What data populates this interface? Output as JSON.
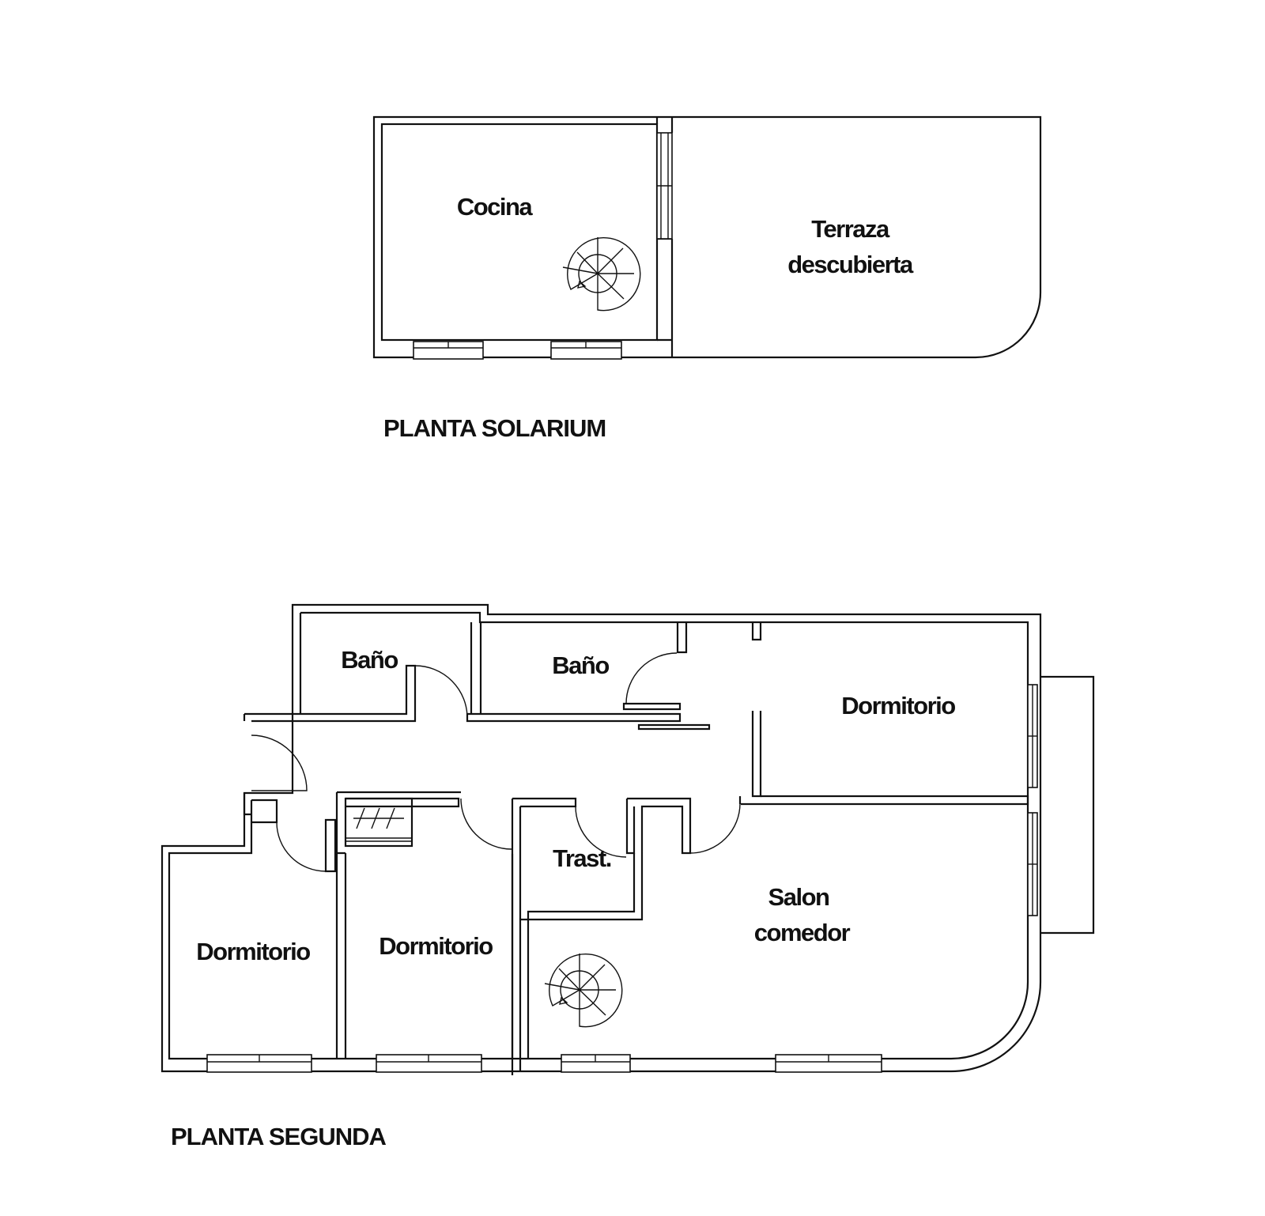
{
  "solarium": {
    "title": "PLANTA SOLARIUM",
    "rooms": {
      "cocina": "Cocina",
      "terraza_line1": "Terraza",
      "terraza_line2": "descubierta"
    }
  },
  "segunda": {
    "title": "PLANTA SEGUNDA",
    "rooms": {
      "bano_left": "Baño",
      "bano_right": "Baño",
      "dormitorio_right": "Dormitorio",
      "trastero": "Trast.",
      "salon_line1": "Salon",
      "salon_line2": "comedor",
      "dormitorio_left": "Dormitorio",
      "dormitorio_middle": "Dormitorio"
    }
  }
}
